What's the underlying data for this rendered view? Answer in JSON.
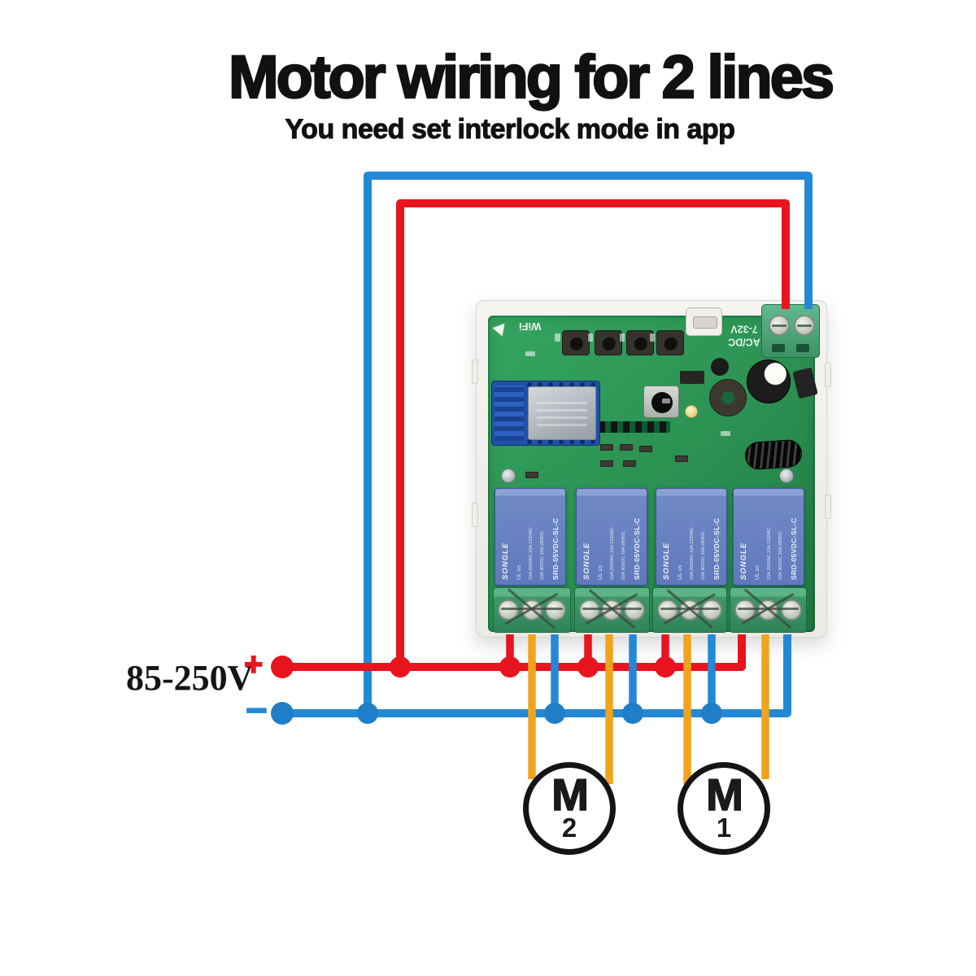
{
  "title": "Motor wiring for 2 lines",
  "subtitle": "You need set interlock mode in  app",
  "power_supply": {
    "voltage": "85-250V",
    "positive": "+",
    "negative": "−"
  },
  "board": {
    "wifi_label": "WiFi",
    "power_input": {
      "line1": "AC/DC",
      "line2": "7-32V"
    },
    "relay": {
      "brand": "SONGLE",
      "cert": "UL us",
      "rating_line1": "10A 250VAC 10A 125VAC",
      "rating_line2": "10A 30VDC 10A 28VDC",
      "model": "SRD-05VDC-SL-C"
    }
  },
  "motors": {
    "motor2": {
      "label": "M",
      "number": "2"
    },
    "motor1": {
      "label": "M",
      "number": "1"
    }
  },
  "colors": {
    "live_wire": "#e8141e",
    "neutral_wire": "#2389d6",
    "motor_wire": "#f2a31d",
    "pcb_green": "#2b9051",
    "relay_blue": "#7089c6",
    "terminal_green": "#3f9868",
    "title_text": "#111111"
  }
}
